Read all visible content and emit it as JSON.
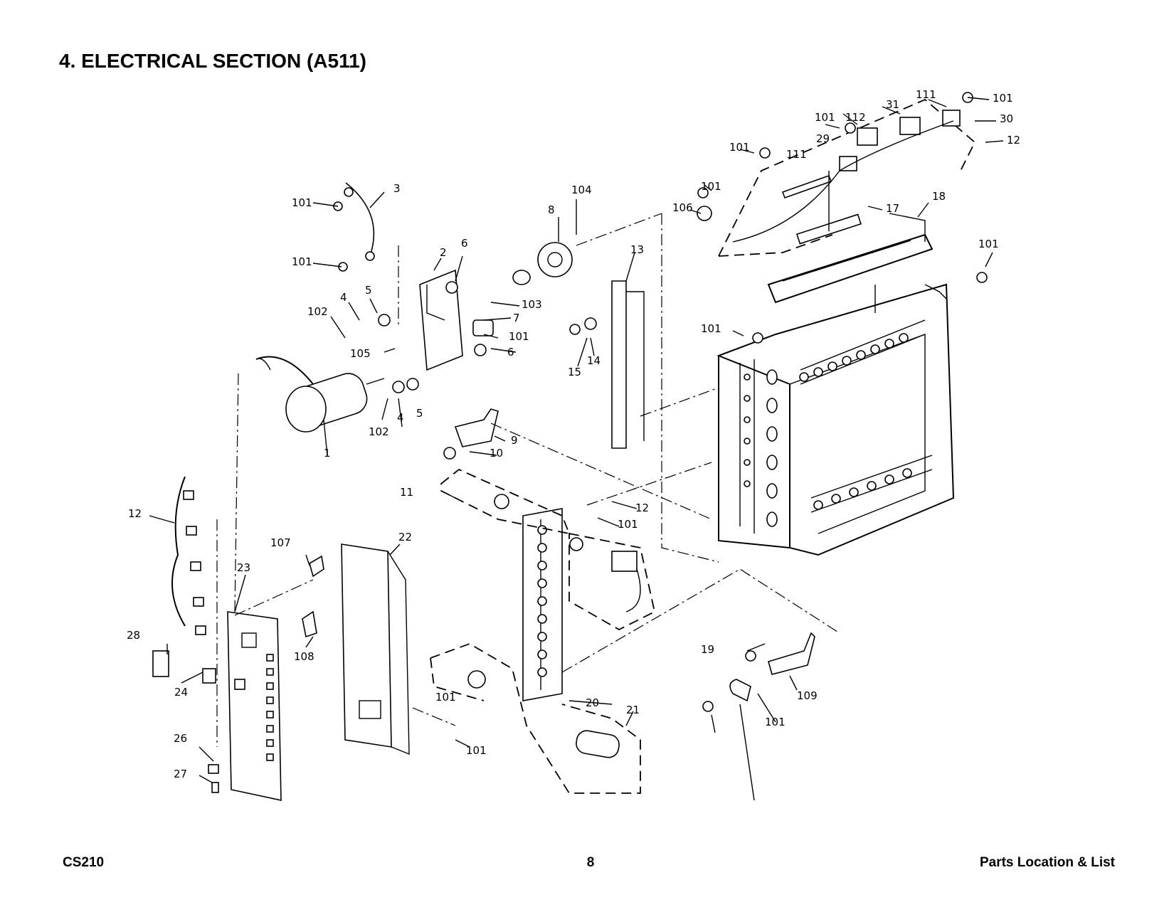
{
  "header": {
    "title": "4. ELECTRICAL SECTION (A511)"
  },
  "footer": {
    "left": "CS210",
    "center": "8",
    "right": "Parts Location & List"
  },
  "diagram": {
    "callouts": [
      "101",
      "3",
      "101",
      "2",
      "6",
      "5",
      "4",
      "102",
      "105",
      "103",
      "7",
      "101",
      "6",
      "102",
      "4",
      "5",
      "1",
      "8",
      "104",
      "13",
      "15",
      "14",
      "9",
      "10",
      "11",
      "12",
      "101",
      "12",
      "107",
      "23",
      "22",
      "28",
      "24",
      "108",
      "26",
      "27",
      "101",
      "20",
      "21",
      "101",
      "101",
      "106",
      "101",
      "111",
      "29",
      "101",
      "112",
      "31",
      "111",
      "101",
      "30",
      "12",
      "17",
      "18",
      "101",
      "101",
      "19",
      "109",
      "101"
    ]
  }
}
